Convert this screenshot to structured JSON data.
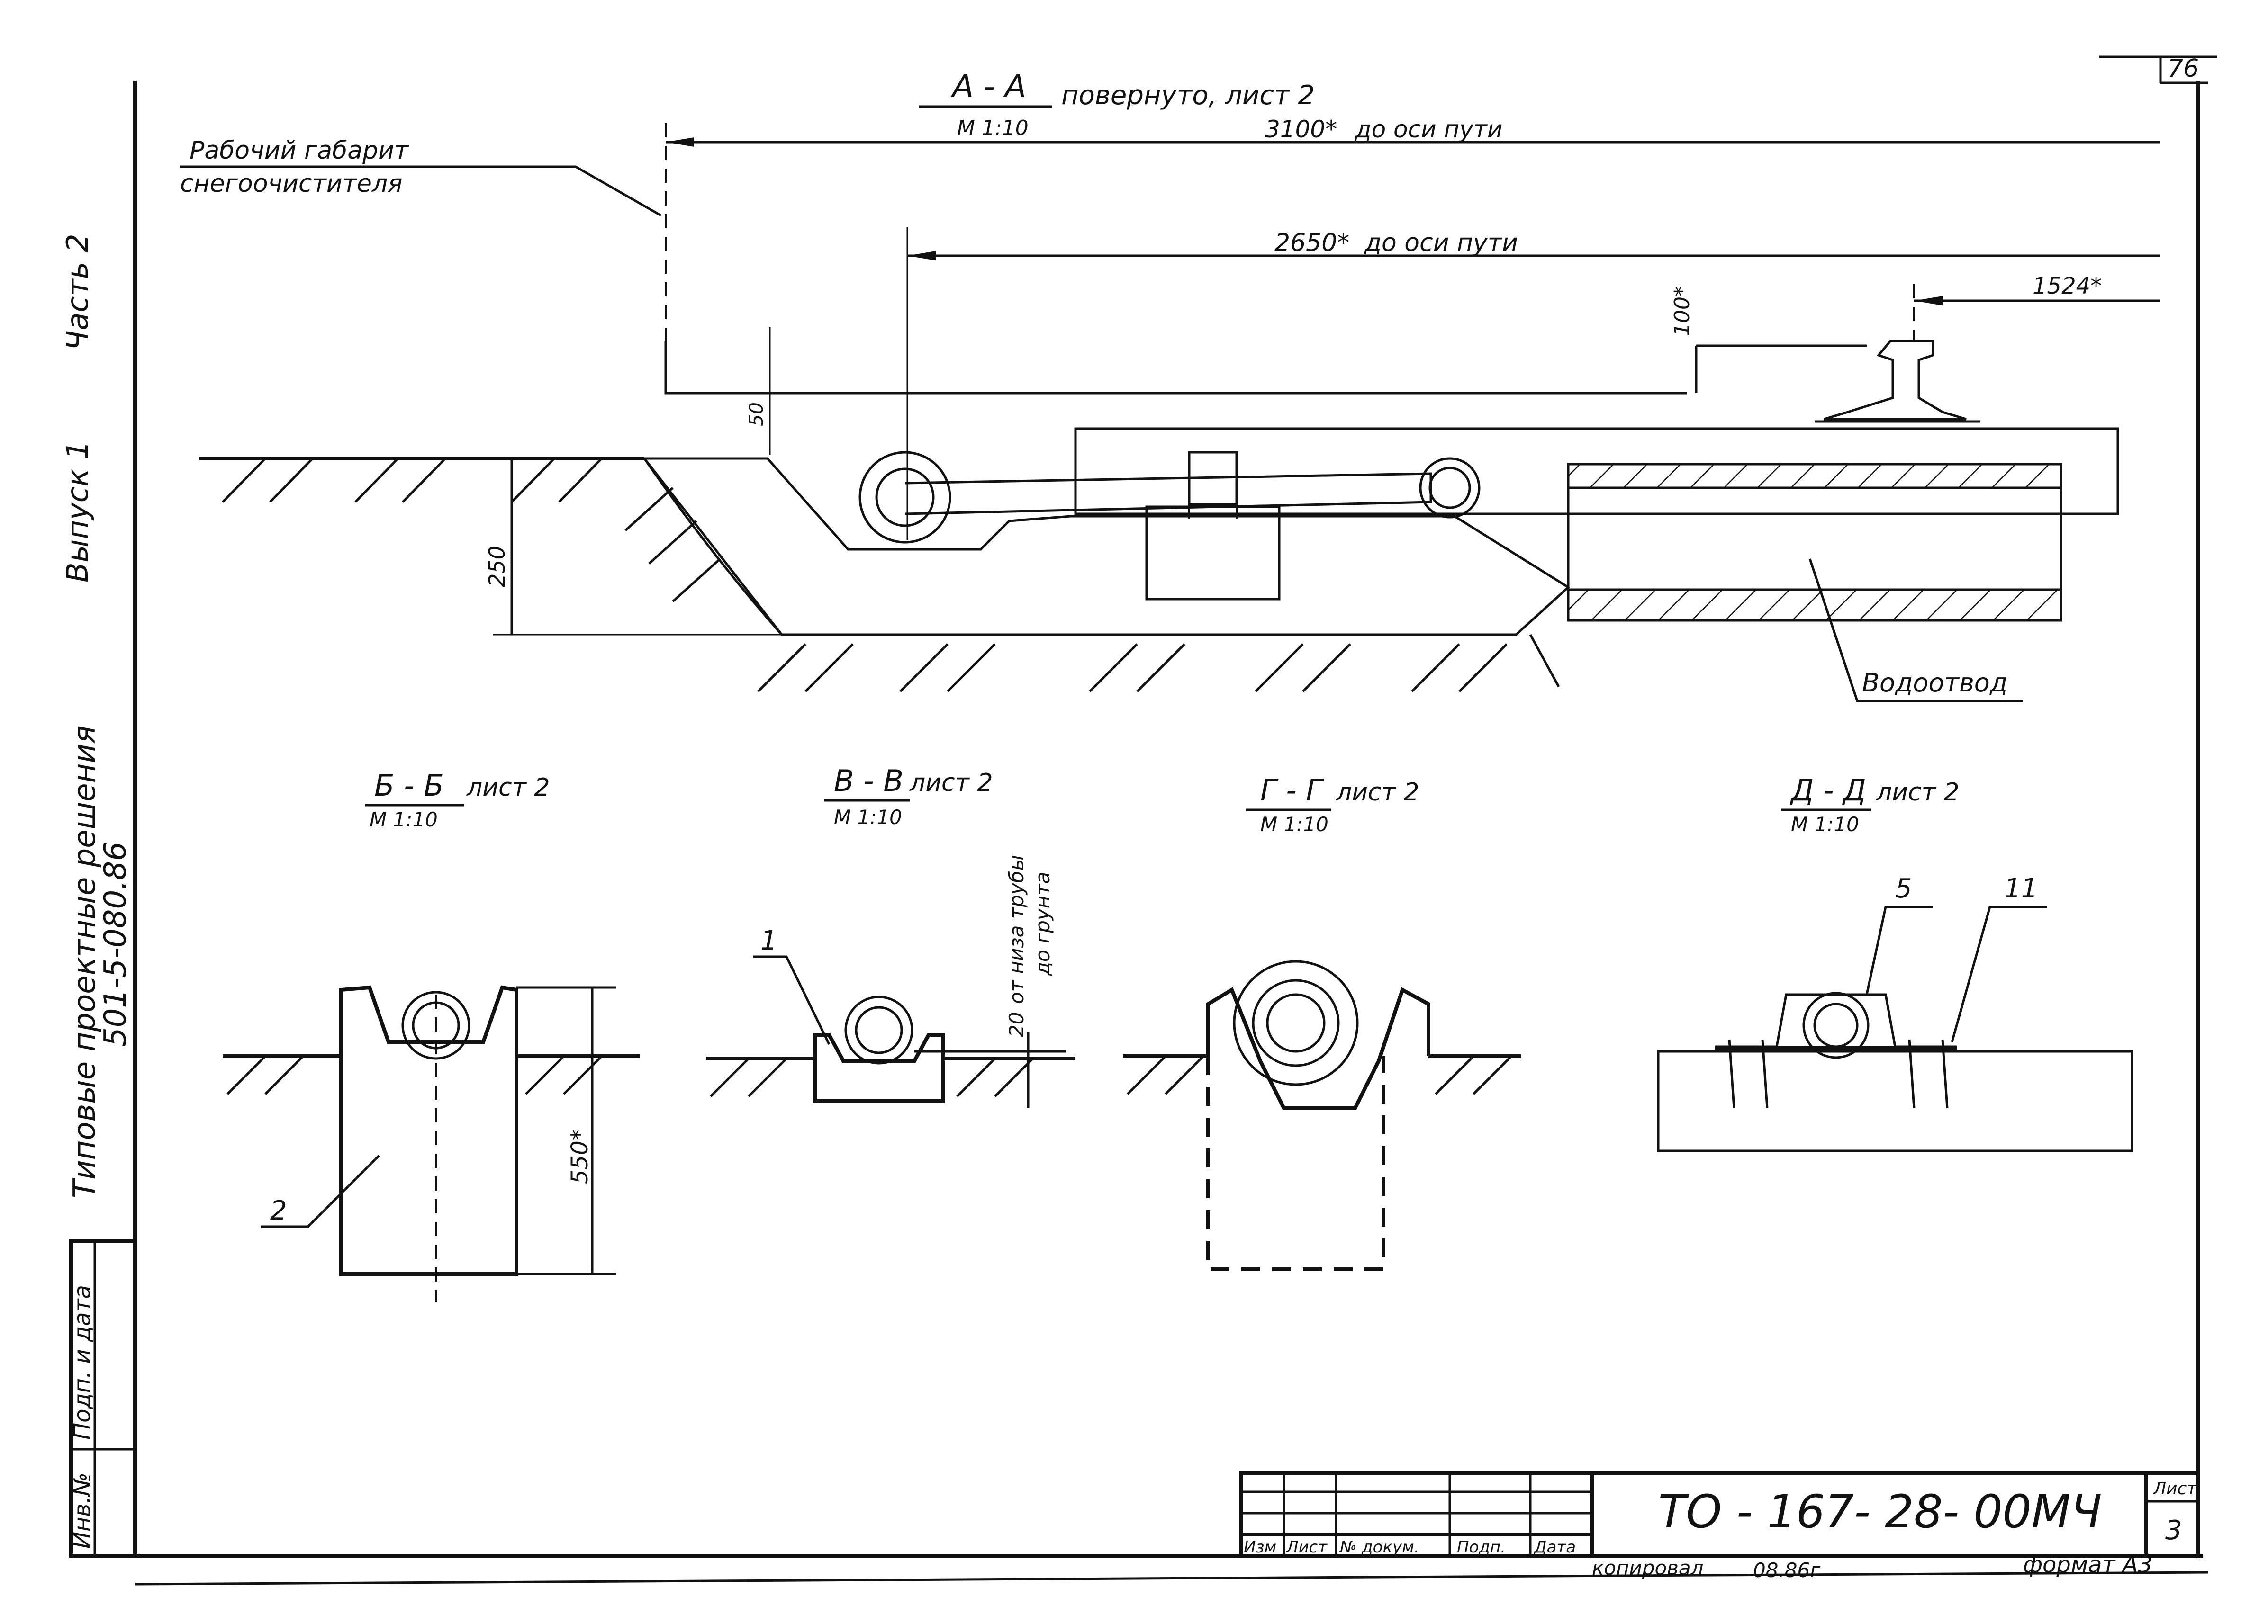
{
  "sheet_number_top": "76",
  "main_section": {
    "title": "А - А",
    "title_note": "повернуто, лист 2",
    "scale": "М 1:10"
  },
  "snowplow_label": {
    "line1": "Рабочий габарит",
    "line2": "снегоочистителя"
  },
  "dims": {
    "d3100": "3100*",
    "d3100_note": "до оси пути",
    "d2650": "2650*",
    "d2650_note": "до оси пути",
    "d1524": "1524*",
    "d100": "100*",
    "d50": "50",
    "d250": "250",
    "d550": "550*",
    "d20": "20",
    "d20_note_l1": "от низа трубы",
    "d20_note_l2": "до грунта"
  },
  "drain_label": "Водоотвод",
  "sections": [
    {
      "title": "Б - Б",
      "sheet": "лист 2",
      "scale": "М 1:10"
    },
    {
      "title": "В - В",
      "sheet": "лист 2",
      "scale": "М 1:10"
    },
    {
      "title": "Г - Г",
      "sheet": "лист 2",
      "scale": "М 1:10"
    },
    {
      "title": "Д - Д",
      "sheet": "лист 2",
      "scale": "М 1:10"
    }
  ],
  "callouts": {
    "c1": "1",
    "c2": "2",
    "c5": "5",
    "c11": "11"
  },
  "side_text": {
    "part": "Часть 2",
    "issue": "Выпуск 1",
    "series_l1": "Типовые  проектные   решения",
    "series_l2": "501-5-080.86"
  },
  "left_stamp": {
    "sign_date": "Подп. и дата",
    "inv_no": "Инв.№"
  },
  "title_block": {
    "document_code": "ТО - 167- 28- 00МЧ",
    "sheet_label": "Лист",
    "sheet_value": "3",
    "col_change": "Изм",
    "col_sheet": "Лист",
    "col_doc": "№ докум.",
    "col_sign": "Подп.",
    "col_date": "Дата"
  },
  "footer": {
    "copied": "копировал",
    "copied_date": "08.86г",
    "format": "формат А3"
  }
}
